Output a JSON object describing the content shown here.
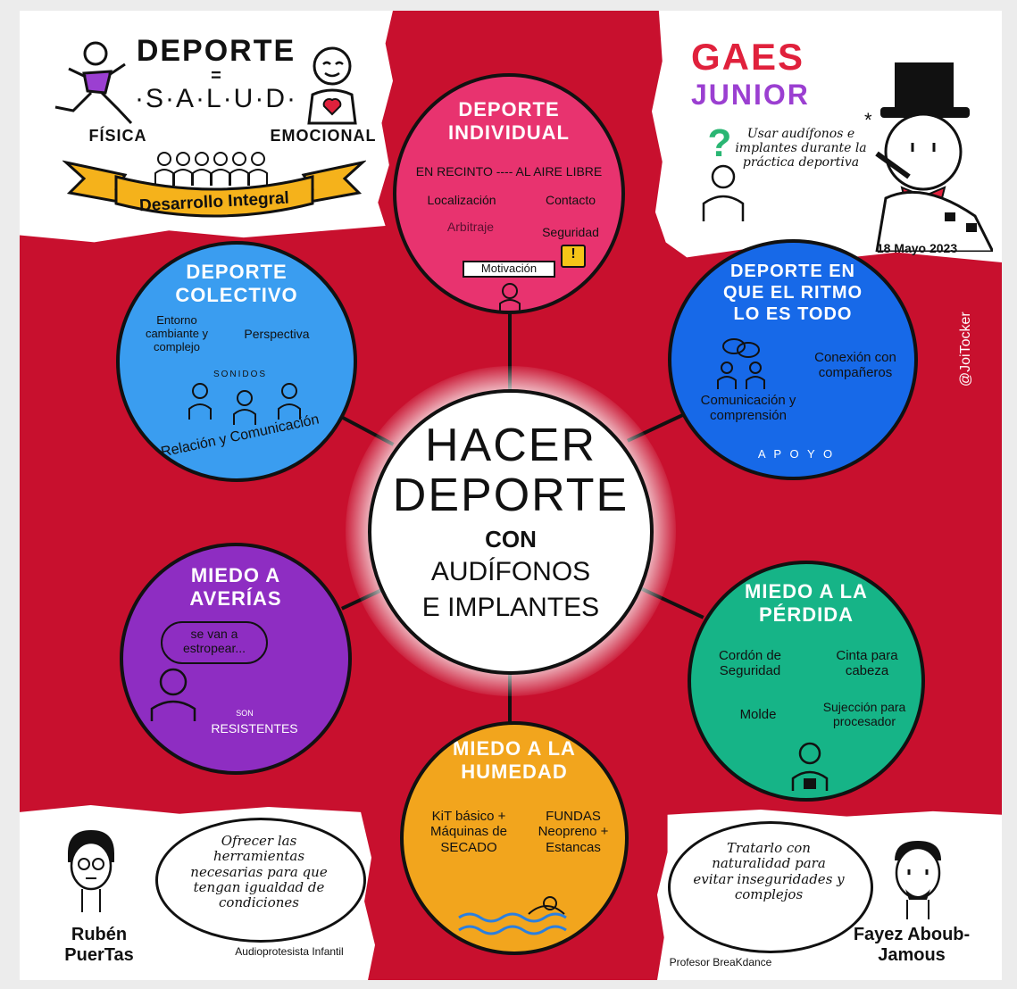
{
  "header_left": {
    "deporte": "DEPORTE",
    "equals": "=",
    "salud": "·S·A·L·U·D·",
    "fisica": "FÍSICA",
    "emocional": "EMOCIONAL",
    "banner": "Desarrollo Integral"
  },
  "header_right": {
    "brand_top": "GAES",
    "brand_bottom": "JUNIOR",
    "question_mark": "?",
    "question": "Usar audífonos e implantes durante la práctica deportiva",
    "date": "18 Mayo 2023"
  },
  "watermark": "@JoiTocker",
  "center": {
    "line1": "HACER",
    "line2": "DEPORTE",
    "line3": "CON",
    "line4": "AUDÍFONOS",
    "line5": "E IMPLANTES"
  },
  "individual": {
    "title": "DEPORTE INDIVIDUAL",
    "recinto": "EN RECINTO ---- AL AIRE LIBRE",
    "localizacion": "Localización",
    "contacto": "Contacto",
    "arbitraje": "Arbitraje",
    "seguridad": "Seguridad",
    "motivacion": "Motivación",
    "warning_symbol": "!"
  },
  "colectivo": {
    "title": "DEPORTE COLECTIVO",
    "entorno": "Entorno cambiante y complejo",
    "perspectiva": "Perspectiva",
    "sonidos": "SONIDOS",
    "relacion": "Relación y Comunicación"
  },
  "ritmo": {
    "title": "DEPORTE EN QUE EL RITMO LO ES TODO",
    "conexion": "Conexión con compañeros",
    "comunicacion": "Comunicación y comprensión",
    "apoyo": "A P O Y O"
  },
  "averias": {
    "title": "MIEDO A AVERÍAS",
    "bubble": "se van a estropear...",
    "son": "SON",
    "resistentes": "RESISTENTES"
  },
  "perdida": {
    "title": "MIEDO A LA PÉRDIDA",
    "cordon": "Cordón de Seguridad",
    "cinta": "Cinta para cabeza",
    "molde": "Molde",
    "sujeccion": "Sujección para procesador"
  },
  "humedad": {
    "title": "MIEDO A LA HUMEDAD",
    "kit": "KiT básico + Máquinas de SECADO",
    "fundas": "FUNDAS Neopreno + Estancas"
  },
  "speaker_left": {
    "quote": "Ofrecer las herramientas necesarias para que tengan igualdad de condiciones",
    "name": "Rubén PuerTas",
    "role": "Audioprotesista Infantil"
  },
  "speaker_right": {
    "quote": "Tratarlo con naturalidad para evitar inseguridades y complejos",
    "name": "Fayez Aboub-Jamous",
    "role": "Profesor BreaKdance"
  },
  "colors": {
    "red": "#c8102e",
    "pink": "#e8336f",
    "blue": "#3a9df0",
    "royal": "#1769e8",
    "purple": "#8e2dc2",
    "green": "#16b487",
    "orange": "#f2a51d",
    "gold": "#f5b21b"
  }
}
